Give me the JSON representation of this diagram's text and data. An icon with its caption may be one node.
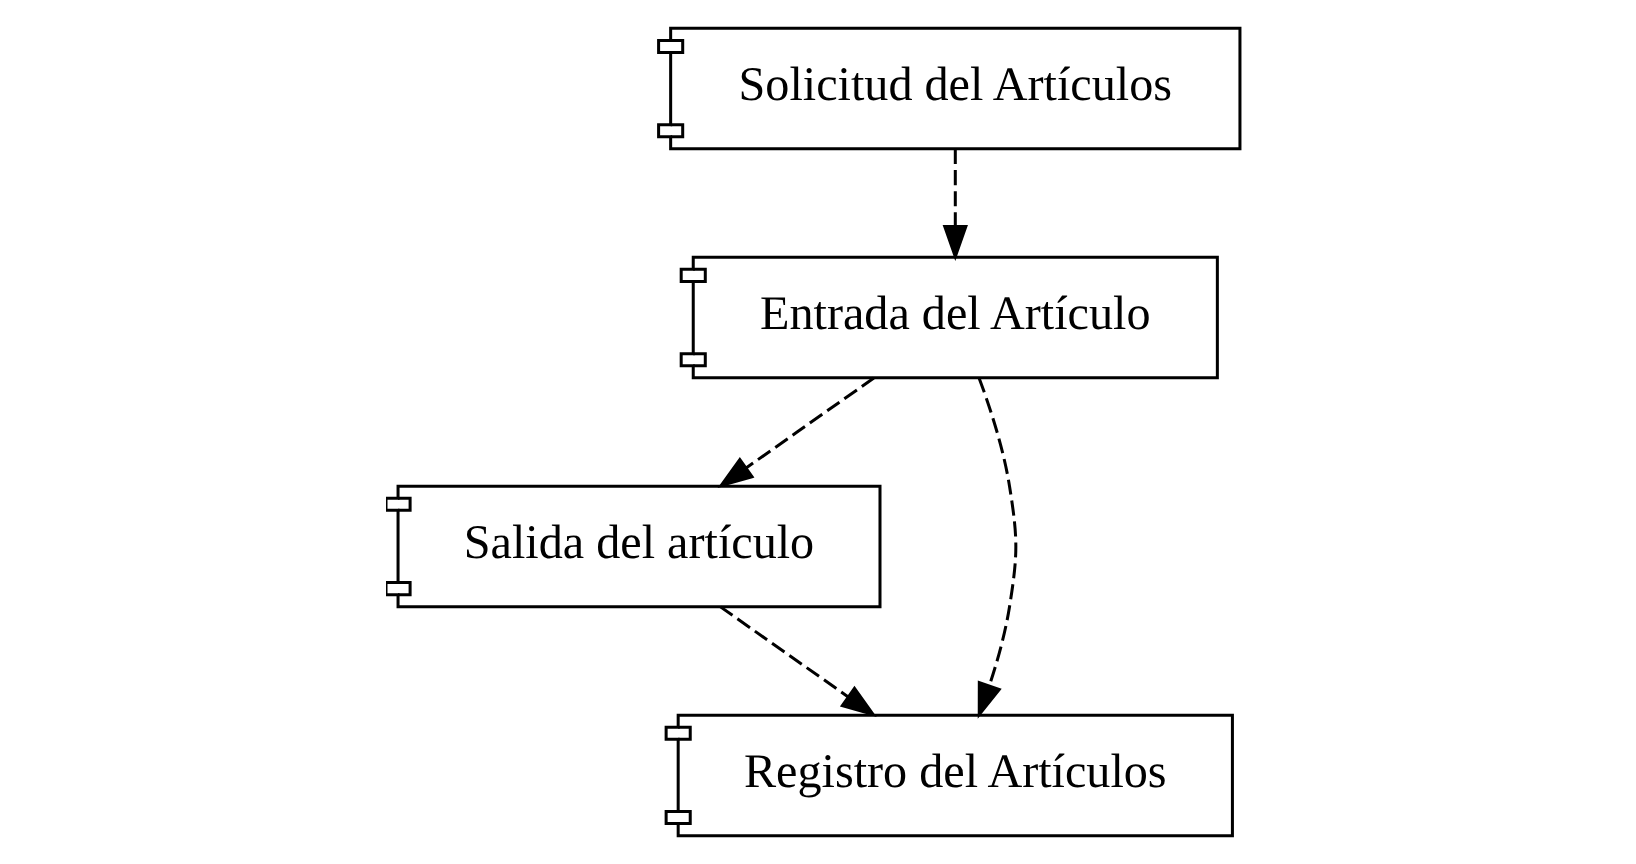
{
  "diagram": {
    "nodes": [
      {
        "text": [
          "Solicitud del Artículos"
        ]
      },
      {
        "text": [
          "Entrada del Artículo"
        ]
      },
      {
        "text": [
          "Salida del artículo"
        ]
      },
      {
        "text": [
          "Registro del Artículos"
        ]
      }
    ],
    "edges": [
      {
        "from": 0,
        "to": 1,
        "arrow": "to",
        "style": "dashed"
      },
      {
        "from": 1,
        "to": 3,
        "arrow": "to",
        "style": "dashed"
      },
      {
        "from": 1,
        "to": 2,
        "arrow": "to",
        "style": "dashed"
      },
      {
        "from": 2,
        "to": 3,
        "arrow": "to",
        "style": "dashed"
      }
    ]
  }
}
